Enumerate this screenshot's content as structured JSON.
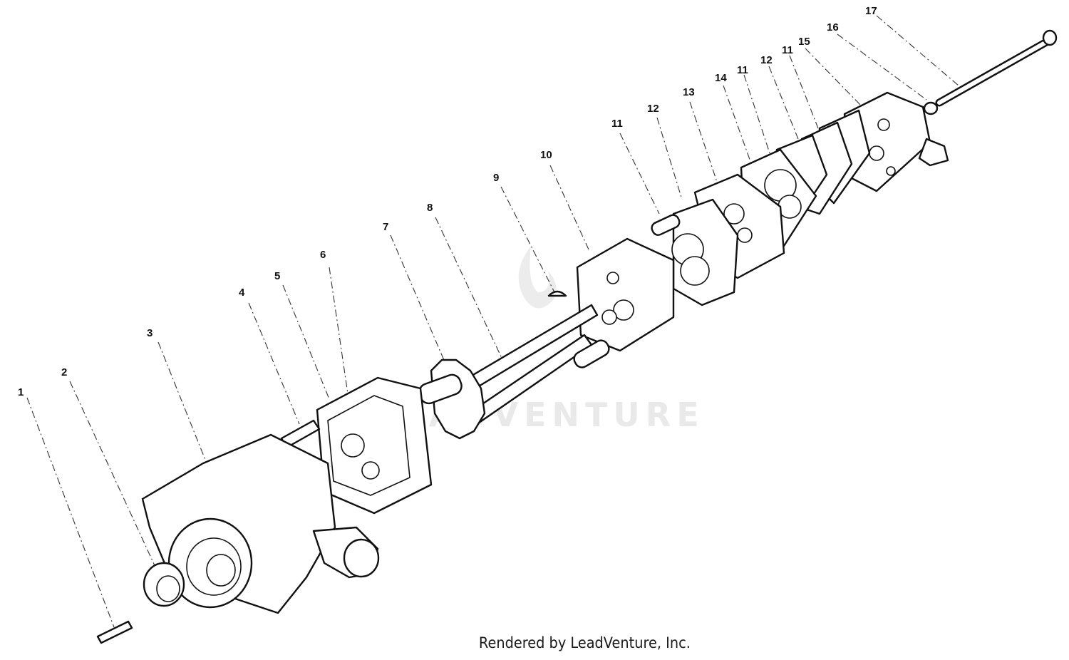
{
  "watermark": {
    "text": "LEADVENTURE"
  },
  "footer": {
    "credit": "Rendered by LeadVenture, Inc."
  },
  "callouts": [
    "1",
    "2",
    "3",
    "4",
    "5",
    "6",
    "7",
    "8",
    "9",
    "10",
    "11",
    "12",
    "13",
    "14",
    "11",
    "12",
    "11",
    "15",
    "16",
    "17"
  ]
}
